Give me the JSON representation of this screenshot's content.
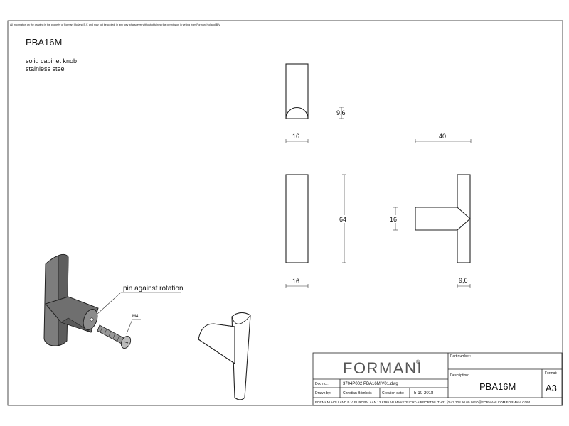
{
  "notice": "All information on the drawing is the property of Formani Holland B.V. and may not be copied, in any way whatsoever without obtaining the permission in writing from Formani Holland B.V.",
  "header": {
    "title": "PBA16M",
    "desc_line1": "solid cabinet knob",
    "desc_line2": "stainless steel"
  },
  "dimensions": {
    "top_height": "9,6",
    "top_width": "16",
    "side_depth": "40",
    "front_height": "64",
    "side_stem": "16",
    "front_width": "16",
    "side_thickness": "9,6"
  },
  "callouts": {
    "pin": "pin against rotation",
    "screw": "M4"
  },
  "title_block": {
    "brand": "FORMANI",
    "brand_mark": "®",
    "part_number_label": "Part number:",
    "part_number_value": "",
    "description_label": "Description:",
    "description_value": "PBA16M",
    "format_label": "Format:",
    "format_value": "A3",
    "doc_no_label": "Doc no.:",
    "doc_no_value": "3704P002 PBA16M V01.dwg",
    "drawn_by_label": "Drawn by:",
    "drawn_by_value": "Christian Brimbois",
    "creation_date_label": "Creation date:",
    "creation_date_value": "5-10-2018",
    "footer": "FORMANI HOLLAND B.V.  EUROPALAAN 12  6199 AB MAASTRICHT-AIRPORT NL  T +31 (0)43 308 90 00 INFO@FORMANI.COM FORMANI.COM"
  }
}
